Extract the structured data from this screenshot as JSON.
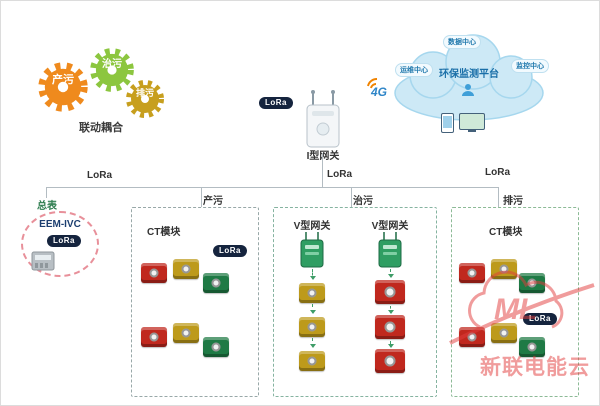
{
  "gears": {
    "items": [
      {
        "label": "产污",
        "color": "#ef8a1d"
      },
      {
        "label": "治污",
        "color": "#8cc63f"
      },
      {
        "label": "排污",
        "color": "#c79f1e"
      }
    ],
    "caption": "联动耦合"
  },
  "gateway": {
    "label": "I型网关",
    "lora": "LoRa",
    "signal": "4G"
  },
  "cloud": {
    "title": "环保监测平台",
    "tags": [
      {
        "label": "数据中心"
      },
      {
        "label": "运维中心"
      },
      {
        "label": "监控中心"
      }
    ]
  },
  "bus": {
    "lora_left": "LoRa",
    "lora_center": "LoRa",
    "lora_right": "LoRa"
  },
  "meter": {
    "caption": "总表",
    "model": "EEM-IVC",
    "lora": "LoRa"
  },
  "produce_box": {
    "title": "产污",
    "module_label": "CT模块",
    "lora": "LoRa"
  },
  "treat_box": {
    "title": "治污",
    "gateway_left": "V型网关",
    "gateway_right": "V型网关"
  },
  "discharge_box": {
    "title": "排污",
    "module_label": "CT模块",
    "lora": "LoRa"
  },
  "watermark": {
    "logo": "ML",
    "text": "新联电能云"
  },
  "colors": {
    "red_module": "#c0281e",
    "yellow_module": "#bd9a1b",
    "green_module": "#1f7a45",
    "cloud_fill": "#cde9f6",
    "line": "#b3bcc2",
    "lora_badge_bg": "#15243e",
    "watermark_red": "#e23c3c"
  }
}
